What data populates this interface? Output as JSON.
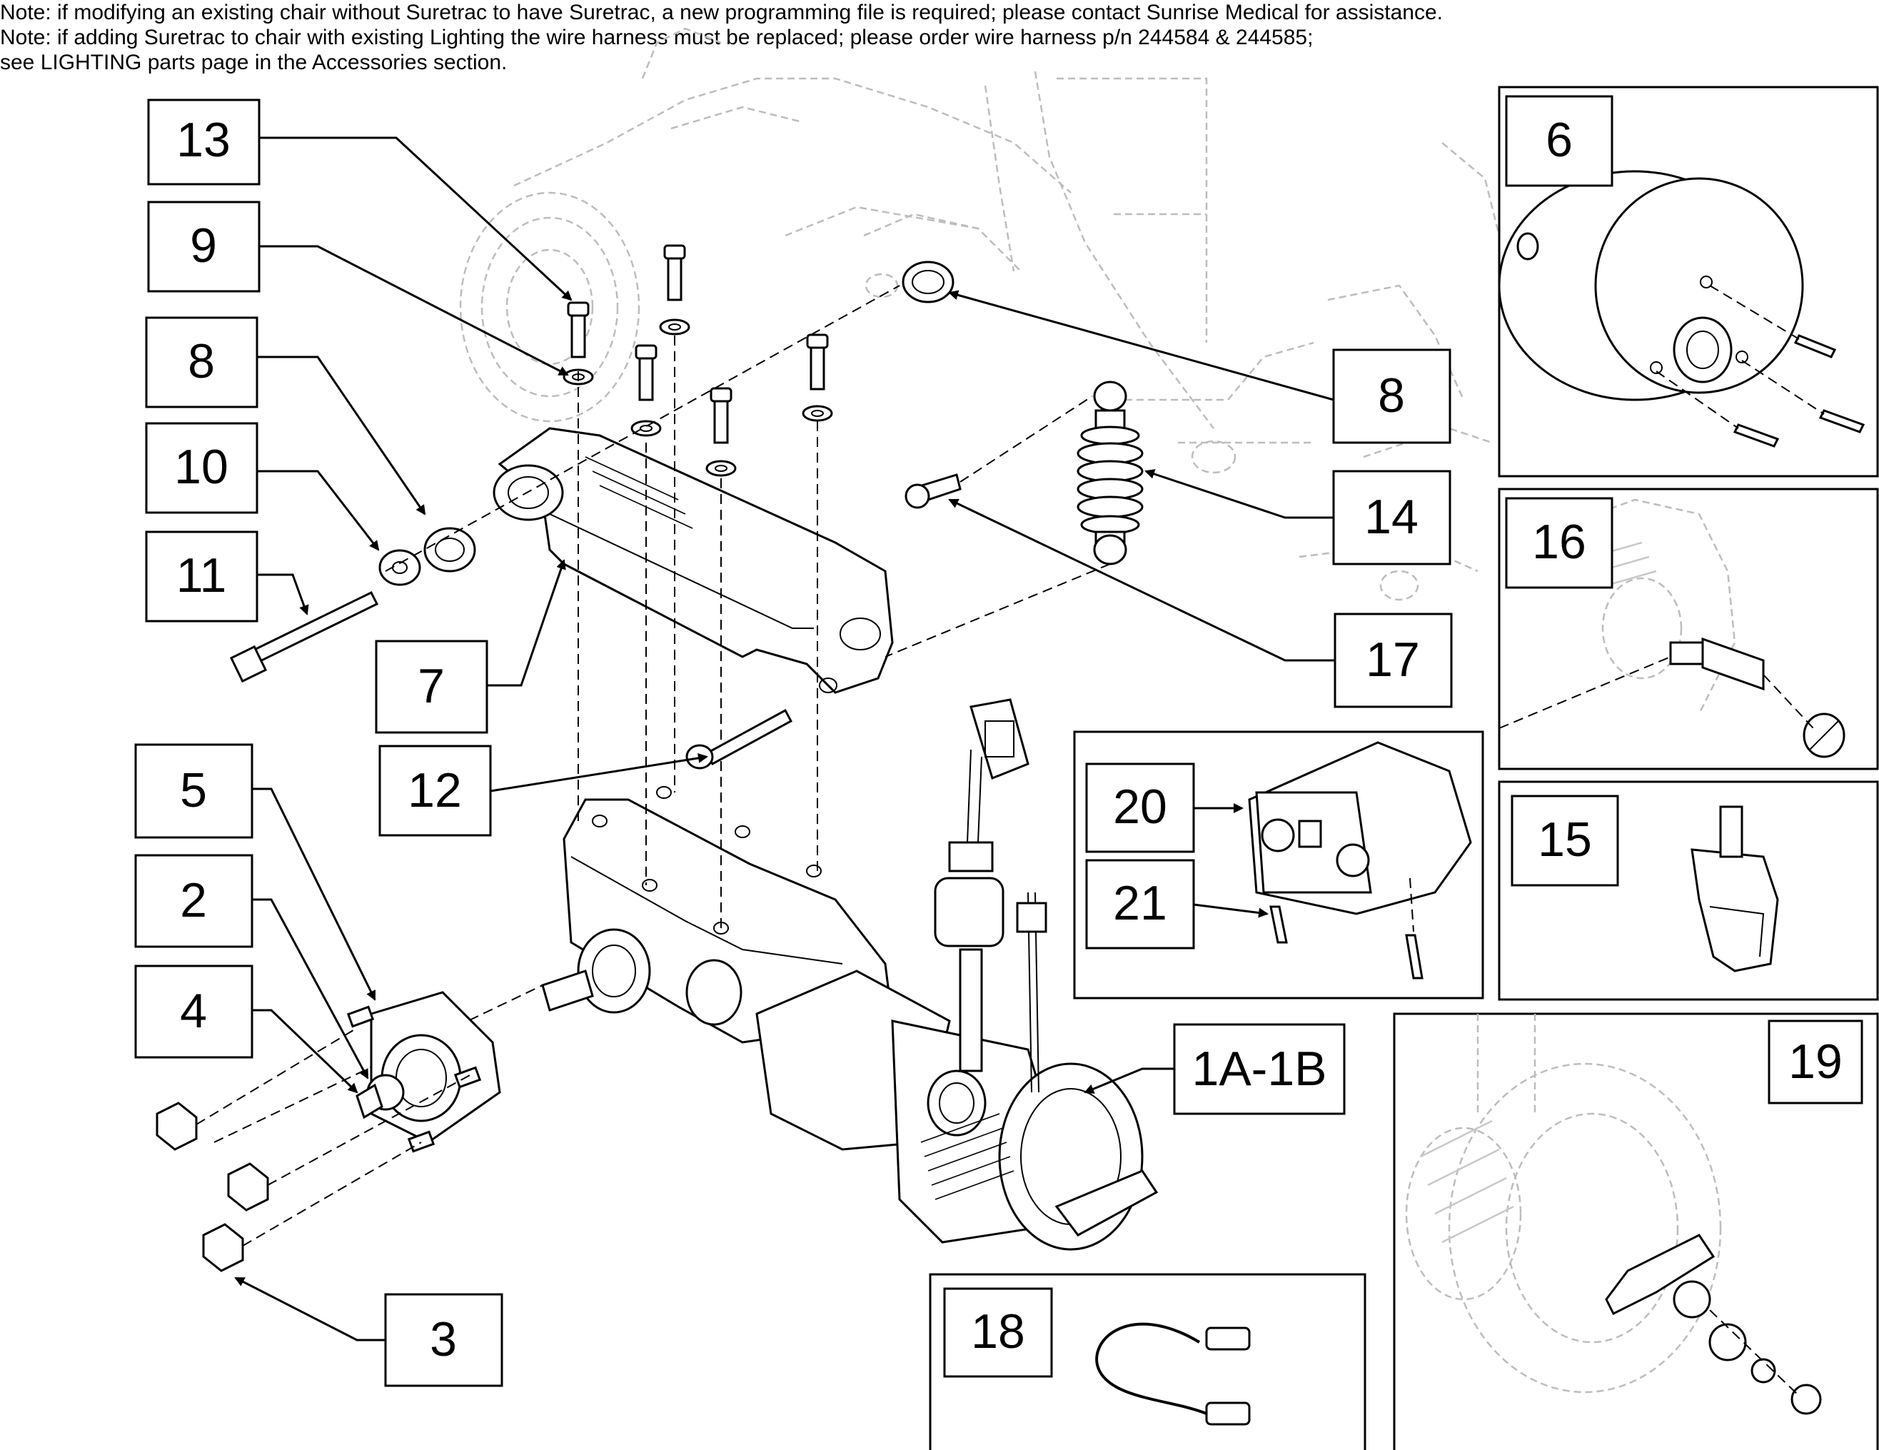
{
  "notes": [
    "Note: if modifying an existing chair without Suretrac to have Suretrac, a new programming file is required; please contact Sunrise Medical for assistance.",
    "Note: if adding Suretrac to chair with existing Lighting the wire harness must be replaced; please order wire harness p/n 244584 & 244585;",
    "see LIGHTING parts page in the Accessories section."
  ],
  "callouts": {
    "c13": "13",
    "c9": "9",
    "c8a": "8",
    "c10": "10",
    "c11": "11",
    "c7": "7",
    "c12": "12",
    "c5": "5",
    "c2": "2",
    "c4": "4",
    "c3": "3",
    "c8b": "8",
    "c14": "14",
    "c17": "17",
    "c1a1b": "1A-1B",
    "c20": "20",
    "c21": "21",
    "c18": "18",
    "c6": "6",
    "c16": "16",
    "c15": "15",
    "c19": "19"
  }
}
